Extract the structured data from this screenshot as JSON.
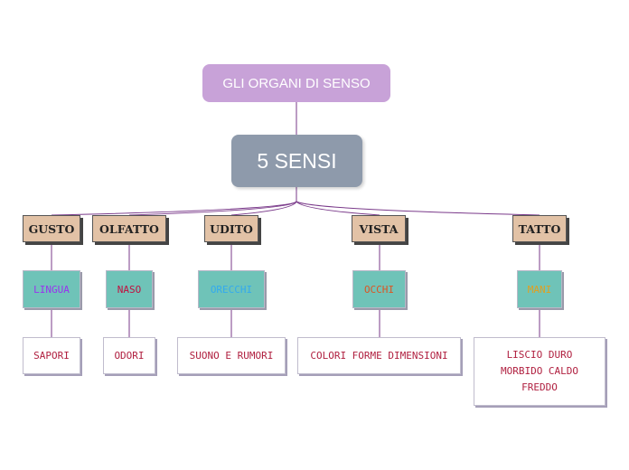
{
  "title": "GLI ORGANI DI SENSO",
  "main": "5 SENSI",
  "senses": [
    {
      "label": "GUSTO",
      "organ": "LINGUA",
      "organ_color": "#9933ee",
      "result": "SAPORI"
    },
    {
      "label": "OLFATTO",
      "organ": "NASO",
      "organ_color": "#c01040",
      "result": "ODORI"
    },
    {
      "label": "UDITO",
      "organ": "ORECCHI",
      "organ_color": "#33aaee",
      "result": "SUONO E RUMORI"
    },
    {
      "label": "VISTA",
      "organ": "OCCHI",
      "organ_color": "#dd5522",
      "result": "COLORI FORME DIMENSIONI"
    },
    {
      "label": "TATTO",
      "organ": "MANI",
      "organ_color": "#e0a020",
      "result": "LISCIO DURO MORBIDO CALDO FREDDO"
    }
  ],
  "colors": {
    "connector": "#7a3a8a"
  }
}
